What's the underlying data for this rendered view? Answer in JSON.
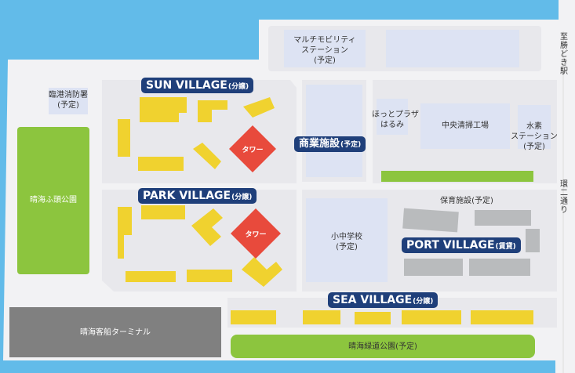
{
  "colors": {
    "sea": "#62bbe9",
    "land": "#f2f2f4",
    "block": "#e8e8ec",
    "facility": "#dde3f3",
    "park": "#8cc53e",
    "residential": "#f0d22f",
    "tower": "#e84a3c",
    "badge": "#1f3f7a",
    "terminal": "#808080",
    "rental": "#b9bbbd"
  },
  "villages": {
    "sun": {
      "name": "SUN VILLAGE",
      "suffix": "(分譲)"
    },
    "park": {
      "name": "PARK VILLAGE",
      "suffix": "(分譲)"
    },
    "port": {
      "name": "PORT VILLAGE",
      "suffix": "(賃貸)"
    },
    "sea": {
      "name": "SEA VILLAGE",
      "suffix": "(分譲)"
    }
  },
  "commercial": {
    "name": "商業施設",
    "suffix": "(予定)"
  },
  "towers": {
    "sun": "タワー",
    "park": "タワー"
  },
  "facilities": {
    "mobility": {
      "line1": "マルチモビリティ",
      "line2": "ステーション",
      "line3": "(予定)"
    },
    "fire": {
      "line1": "臨港消防署",
      "line2": "(予定)"
    },
    "plaza": {
      "line1": "ほっとプラザ",
      "line2": "はるみ"
    },
    "cleaning": "中央清掃工場",
    "hydrogen": {
      "line1": "水素",
      "line2": "ステーション",
      "line3": "(予定)"
    },
    "nursery": "保育施設(予定)",
    "school": {
      "line1": "小中学校",
      "line2": "(予定)"
    },
    "park_futo": "晴海ふ頭公園",
    "terminal": "晴海客船ターミナル",
    "ryokudo": "晴海緑道公園(予定)"
  },
  "roads": {
    "kachidoki": "至勝どき駅",
    "kanni": "環二通り"
  }
}
